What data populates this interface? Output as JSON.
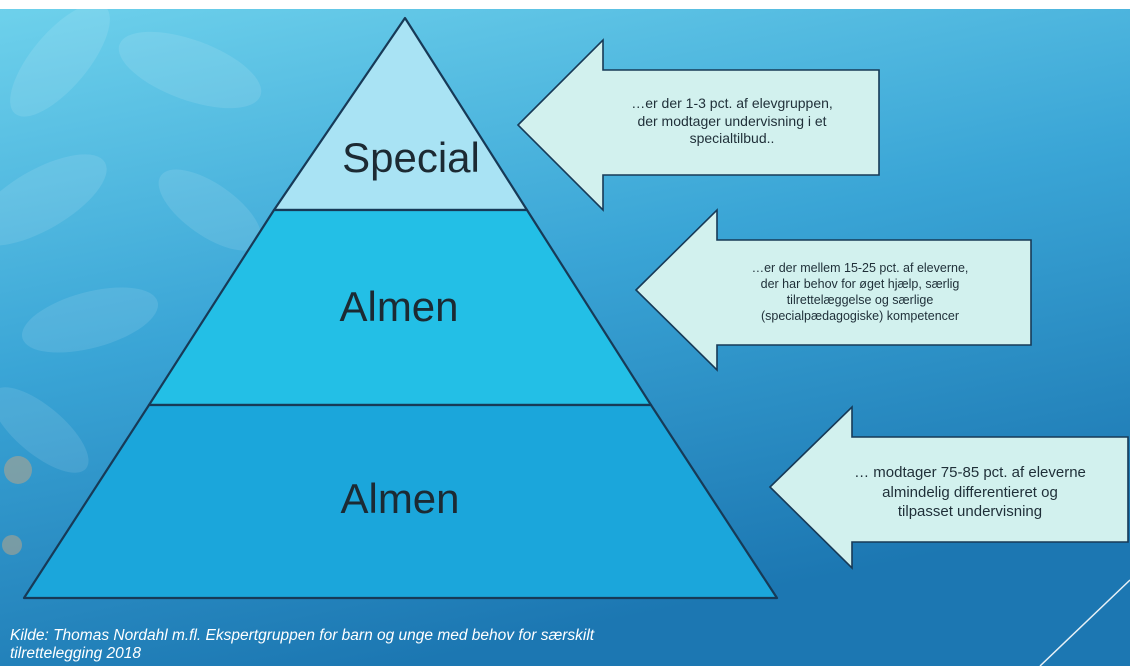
{
  "colors": {
    "background_top": "#6fd2ec",
    "background_bottom": "#1c77b2",
    "tier_top": "#a9e3f4",
    "tier_middle": "#23bfe6",
    "tier_bottom": "#1ba6db",
    "outline": "#173a57",
    "callout_fill": "#d2f1ee"
  },
  "pyramid": {
    "tiers": [
      {
        "label": "Special"
      },
      {
        "label": "Almen"
      },
      {
        "label": "Almen"
      }
    ]
  },
  "callouts": [
    {
      "lines": [
        "…er der 1-3 pct. af elevgruppen,",
        "der modtager undervisning i et",
        "specialtilbud.."
      ]
    },
    {
      "lines": [
        "…er der mellem 15-25 pct. af eleverne,",
        "der har behov for øget hjælp, særlig",
        "tilrettelæggelse og særlige",
        "(specialpædagogiske) kompetencer"
      ]
    },
    {
      "lines": [
        "… modtager 75-85 pct. af eleverne",
        "almindelig differentieret og",
        "tilpasset undervisning"
      ]
    }
  ],
  "source": {
    "line1": "Kilde: Thomas Nordahl m.fl. Ekspertgruppen for barn og unge med behov for særskilt",
    "line2": "tilrettelegging 2018"
  }
}
